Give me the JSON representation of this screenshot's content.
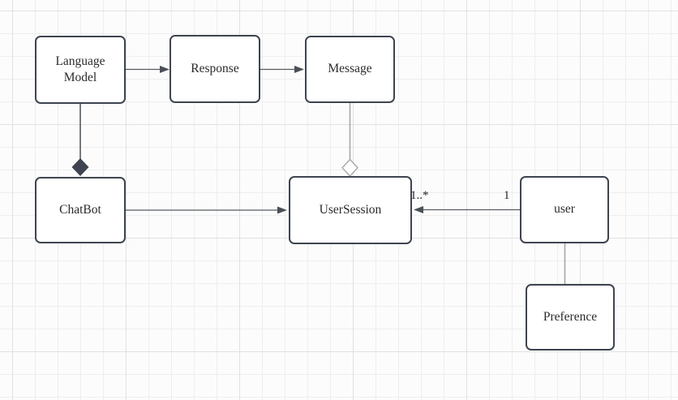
{
  "diagram": {
    "kind": "uml-class-diagram",
    "nodes": {
      "language_model": {
        "label": "Language Model"
      },
      "response": {
        "label": "Response"
      },
      "message": {
        "label": "Message"
      },
      "chatbot": {
        "label": "ChatBot"
      },
      "user_session": {
        "label": "UserSession"
      },
      "user": {
        "label": "user"
      },
      "preference": {
        "label": "Preference"
      }
    }
  },
  "edges": [
    {
      "from": "Language Model",
      "to": "Response",
      "style": "arrow"
    },
    {
      "from": "Response",
      "to": "Message",
      "style": "arrow"
    },
    {
      "from": "Language Model",
      "to": "ChatBot",
      "style": "composition-filled-diamond"
    },
    {
      "from": "Message",
      "to": "UserSession",
      "style": "aggregation-hollow-diamond"
    },
    {
      "from": "ChatBot",
      "to": "UserSession",
      "style": "arrow"
    },
    {
      "from": "user",
      "to": "UserSession",
      "style": "arrow",
      "source_label": "1",
      "target_label": "1..*"
    },
    {
      "from": "user",
      "to": "Preference",
      "style": "line"
    }
  ],
  "colors": {
    "canvas_background": "#fcfcfc",
    "grid_minor": "#eeeeee",
    "grid_major": "#e1e1e1",
    "node_fill": "#ffffff",
    "node_border": "#3e4550",
    "node_text": "#2b2b2b",
    "edge_dark": "#565b61",
    "edge_light": "#a7a7a7",
    "diamond_fill": "#3e4550"
  }
}
